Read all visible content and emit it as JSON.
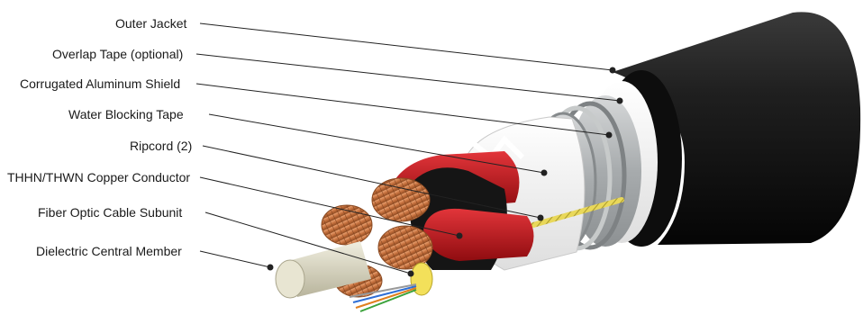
{
  "diagram": {
    "labels": [
      "Outer Jacket",
      "Overlap Tape (optional)",
      "Corrugated Aluminum Shield",
      "Water Blocking Tape",
      "Ripcord (2)",
      "THHN/THWN Copper Conductor",
      "Fiber Optic Cable Subunit",
      "Dielectric Central Member"
    ]
  },
  "colors": {
    "jacket": "#1b1b1b",
    "tape": "#f2f2f2",
    "aluminum": "#b9bcbd",
    "copper": "#c97a45",
    "red_insulation": "#c8151b",
    "black_insulation": "#151515",
    "ripcord": "#e2d24a",
    "fiber_subunit": "#f3e05a",
    "central_member": "#dcd9c4"
  }
}
